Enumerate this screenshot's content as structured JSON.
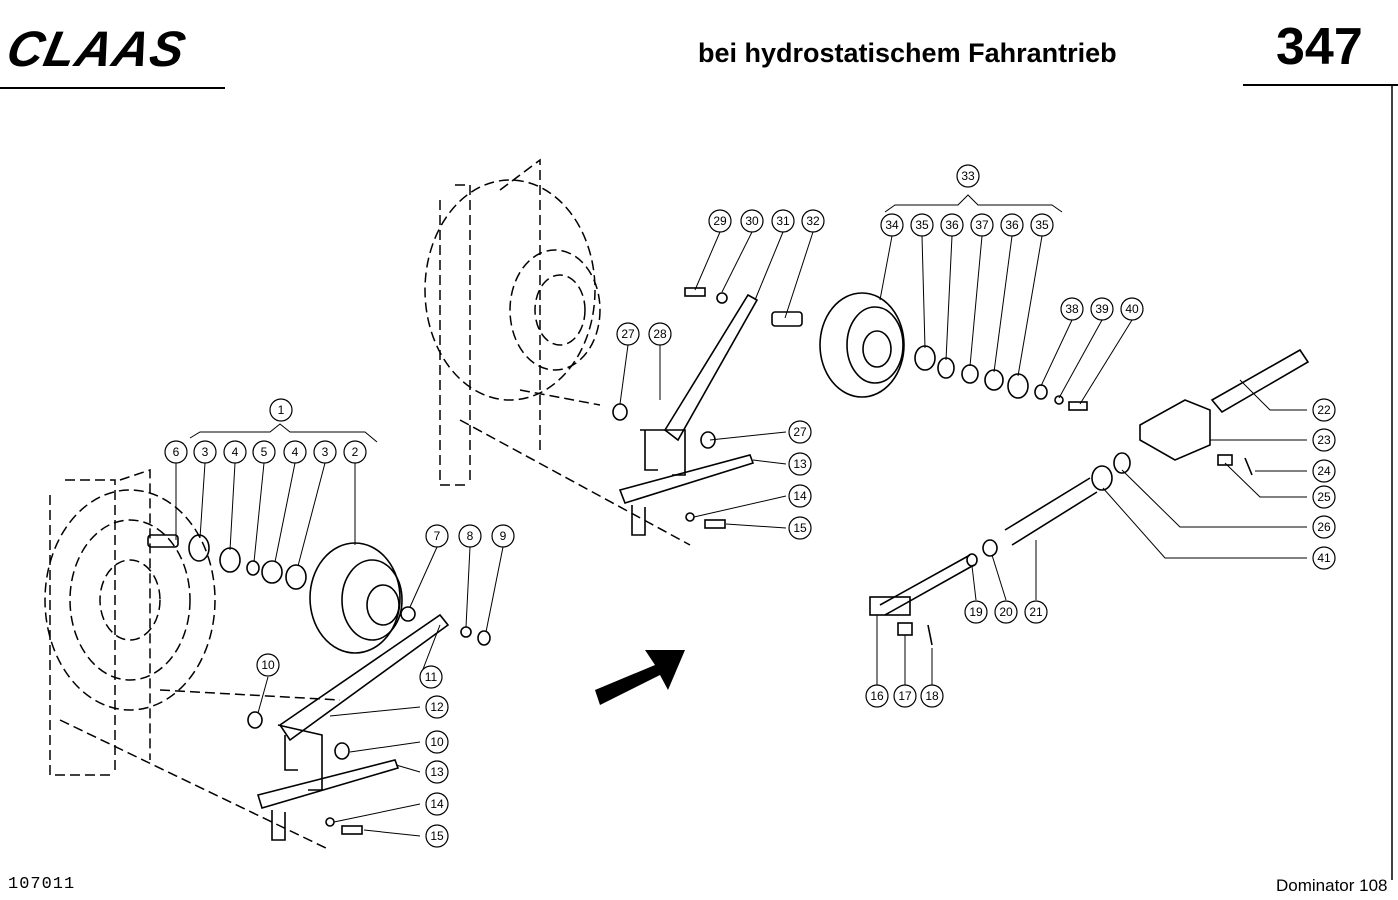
{
  "header": {
    "logo": "CLAAS",
    "title": "bei hydrostatischem Fahrantrieb",
    "page_number": "347"
  },
  "footer": {
    "document_number": "107011",
    "model": "Dominator 108"
  },
  "callouts": [
    "1",
    "2",
    "3",
    "4",
    "5",
    "6",
    "7",
    "8",
    "9",
    "10",
    "11",
    "12",
    "13",
    "14",
    "15",
    "16",
    "17",
    "18",
    "19",
    "20",
    "21",
    "22",
    "23",
    "24",
    "25",
    "26",
    "27",
    "28",
    "29",
    "30",
    "31",
    "32",
    "33",
    "34",
    "35",
    "36",
    "37",
    "38",
    "39",
    "40",
    "41"
  ]
}
